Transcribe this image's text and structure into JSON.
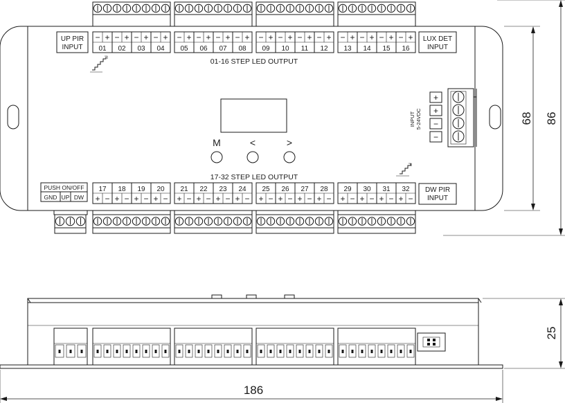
{
  "labels": {
    "up_pir": [
      "UP PIR",
      "INPUT"
    ],
    "lux_det": [
      "LUX DET",
      "INPUT"
    ],
    "dw_pir": [
      "DW PIR",
      "INPUT"
    ],
    "push": "PUSH ON/OFF",
    "gnd": "GND",
    "up": "UP",
    "dw": "DW",
    "top_output": "01-16 STEP LED OUTPUT",
    "bottom_output": "17-32 STEP LED OUTPUT",
    "power": [
      "INPUT",
      "5-24VDC"
    ],
    "buttons": [
      "M",
      "<",
      ">"
    ]
  },
  "power_signs": [
    "+",
    "+",
    "−",
    "−"
  ],
  "channels_top": [
    "01",
    "02",
    "03",
    "04",
    "05",
    "06",
    "07",
    "08",
    "09",
    "10",
    "11",
    "12",
    "13",
    "14",
    "15",
    "16"
  ],
  "channels_bottom": [
    "17",
    "18",
    "19",
    "20",
    "21",
    "22",
    "23",
    "24",
    "25",
    "26",
    "27",
    "28",
    "29",
    "30",
    "31",
    "32"
  ],
  "polarity_top": [
    "−",
    "+"
  ],
  "polarity_bottom": [
    "+",
    "−"
  ],
  "dimensions": {
    "height_inner": "68",
    "height_outer": "86",
    "depth": "25",
    "width": "186"
  }
}
